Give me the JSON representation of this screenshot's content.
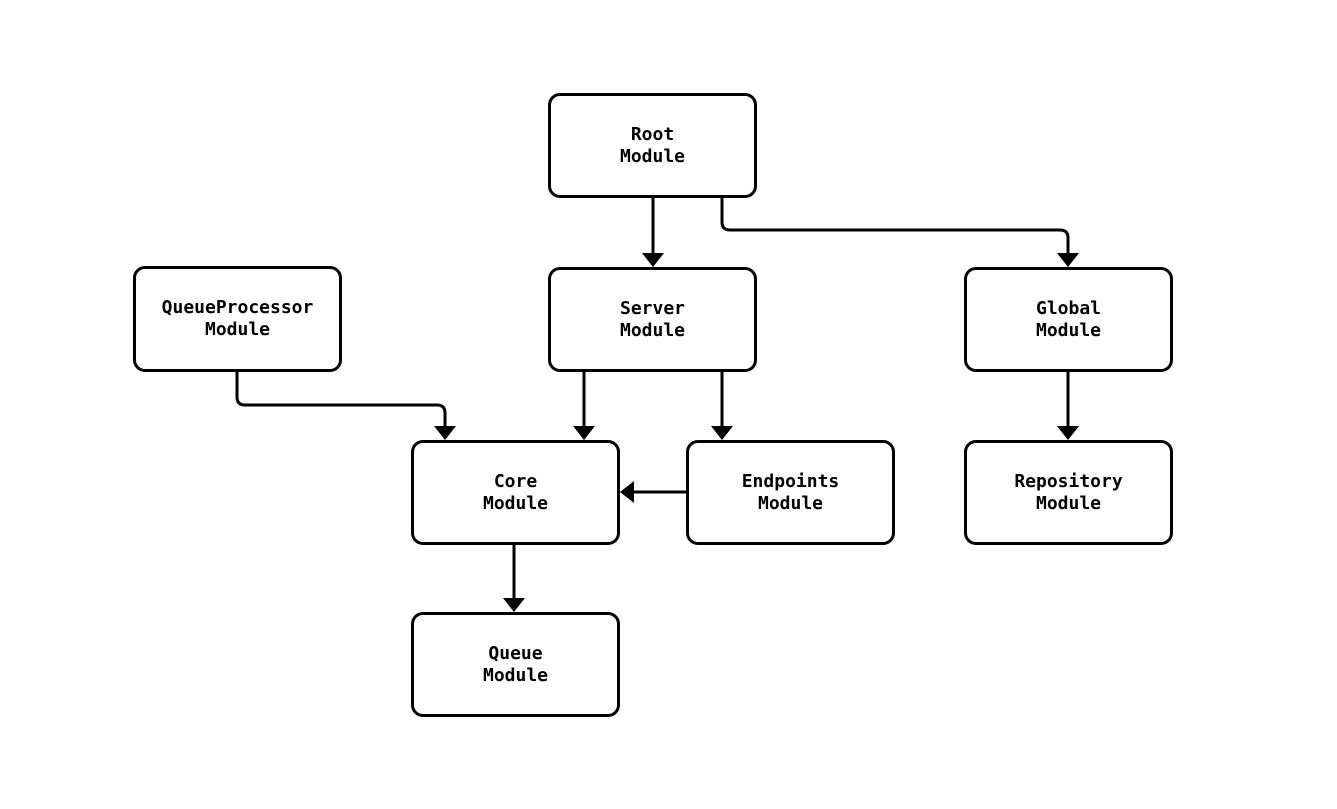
{
  "diagram": {
    "background_color": "#ffffff",
    "node_fill_color": "#ffffff",
    "stroke_color": "#000000",
    "nodes": [
      {
        "id": "root",
        "name": "Root",
        "type": "Module"
      },
      {
        "id": "queueprocessor",
        "name": "QueueProcessor",
        "type": "Module"
      },
      {
        "id": "server",
        "name": "Server",
        "type": "Module"
      },
      {
        "id": "global",
        "name": "Global",
        "type": "Module"
      },
      {
        "id": "core",
        "name": "Core",
        "type": "Module"
      },
      {
        "id": "endpoints",
        "name": "Endpoints",
        "type": "Module"
      },
      {
        "id": "repository",
        "name": "Repository",
        "type": "Module"
      },
      {
        "id": "queue",
        "name": "Queue",
        "type": "Module"
      }
    ],
    "edges": [
      {
        "from": "Root Module",
        "to": "Server Module"
      },
      {
        "from": "Root Module",
        "to": "Global Module"
      },
      {
        "from": "QueueProcessor Module",
        "to": "Core Module"
      },
      {
        "from": "Server Module",
        "to": "Core Module"
      },
      {
        "from": "Server Module",
        "to": "Endpoints Module"
      },
      {
        "from": "Endpoints Module",
        "to": "Core Module"
      },
      {
        "from": "Global Module",
        "to": "Repository Module"
      },
      {
        "from": "Core Module",
        "to": "Queue Module"
      }
    ]
  }
}
